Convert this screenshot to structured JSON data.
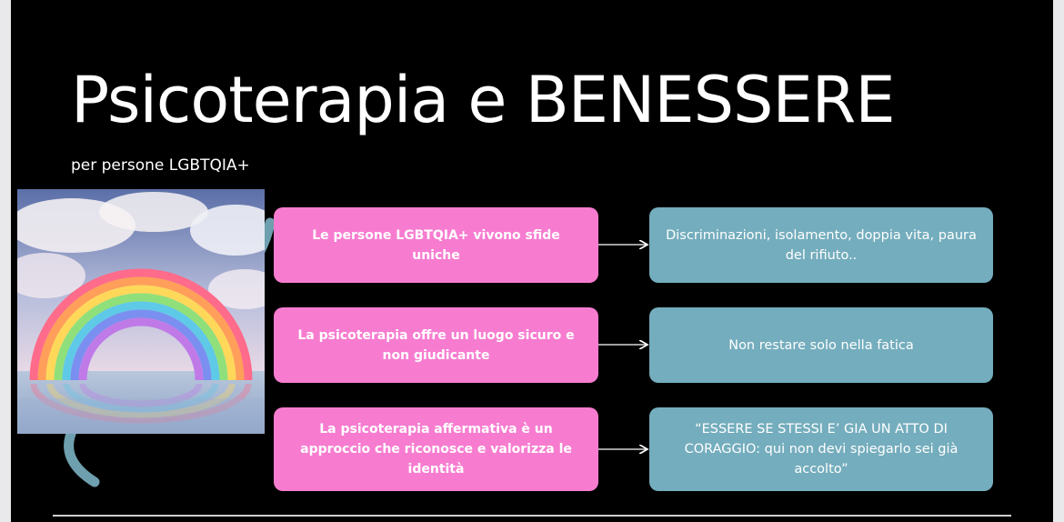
{
  "slide": {
    "title": "Psicoterapia e BENESSERE",
    "subtitle": "per persone LGBTQIA+"
  },
  "rows": [
    {
      "left": "Le persone LGBTQIA+ vivono sfide uniche",
      "right": "Discriminazioni, isolamento, doppia vita, paura del rifiuto.."
    },
    {
      "left": "La psicoterapia offre un luogo sicuro e non giudicante",
      "right": "Non restare solo nella fatica"
    },
    {
      "left": "La psicoterapia affermativa è un approccio che riconosce e valorizza le identità",
      "right": "“ESSERE SE STESSI E’ GIA UN ATTO DI CORAGGIO: qui non devi spiegarlo sei già accolto”"
    }
  ],
  "colors": {
    "background": "#000000",
    "pink_box": "#f77cd0",
    "teal_box": "#74adbd",
    "arc": "#6e9fae"
  }
}
